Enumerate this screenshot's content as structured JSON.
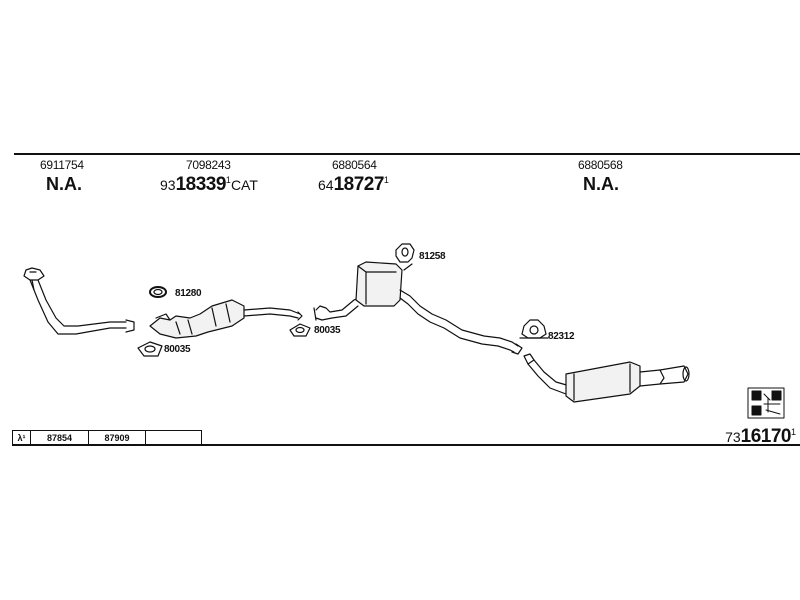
{
  "columns": [
    {
      "code": "6911754",
      "label": "N.A."
    },
    {
      "code": "7098243",
      "ref_prefix": "93",
      "ref_main": "18339",
      "ref_sup": "1",
      "ref_suffix": "CAT"
    },
    {
      "code": "6880564",
      "ref_prefix": "64",
      "ref_main": "18727",
      "ref_sup": "1"
    },
    {
      "code": "6880568",
      "label": "N.A."
    }
  ],
  "parts": {
    "ring_81280": "81280",
    "gasket_80035_left": "80035",
    "gasket_80035_right": "80035",
    "hanger_81258": "81258",
    "clamp_82312": "82312"
  },
  "lambda": {
    "symbol": "λ¹",
    "cells": [
      "87854",
      "87909",
      ""
    ]
  },
  "total": {
    "prefix": "73",
    "main": "16170",
    "sup": "1"
  }
}
